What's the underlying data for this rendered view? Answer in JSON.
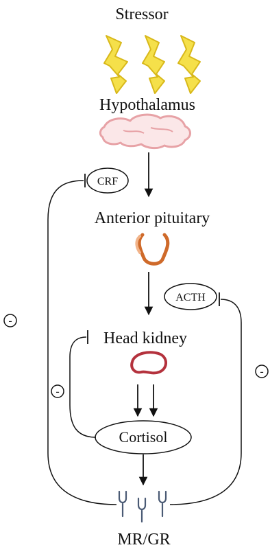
{
  "labels": {
    "stressor": "Stressor",
    "hypothalamus": "Hypothalamus",
    "crf": "CRF",
    "anterior_pituitary": "Anterior pituitary",
    "acth": "ACTH",
    "head_kidney": "Head kidney",
    "cortisol": "Cortisol",
    "receptors": "MR/GR",
    "minus_left_outer": "-",
    "minus_left_inner": "-",
    "minus_right": "-"
  },
  "colors": {
    "lightning": "#f5e04a",
    "lightning_stroke": "#d8b81a",
    "hypothalamus": "#e7a2a6",
    "pituitary": "#cf6a2a",
    "pituitary_light": "#f2b48a",
    "kidney": "#b4323d",
    "receptor": "#4a5a74",
    "line": "#111111"
  },
  "icons": {
    "stressor": "lightning-bolt-icon",
    "hypothalamus": "brain-icon",
    "pituitary": "pituitary-gland-icon",
    "kidney": "kidney-icon",
    "receptor": "y-receptor-icon"
  }
}
